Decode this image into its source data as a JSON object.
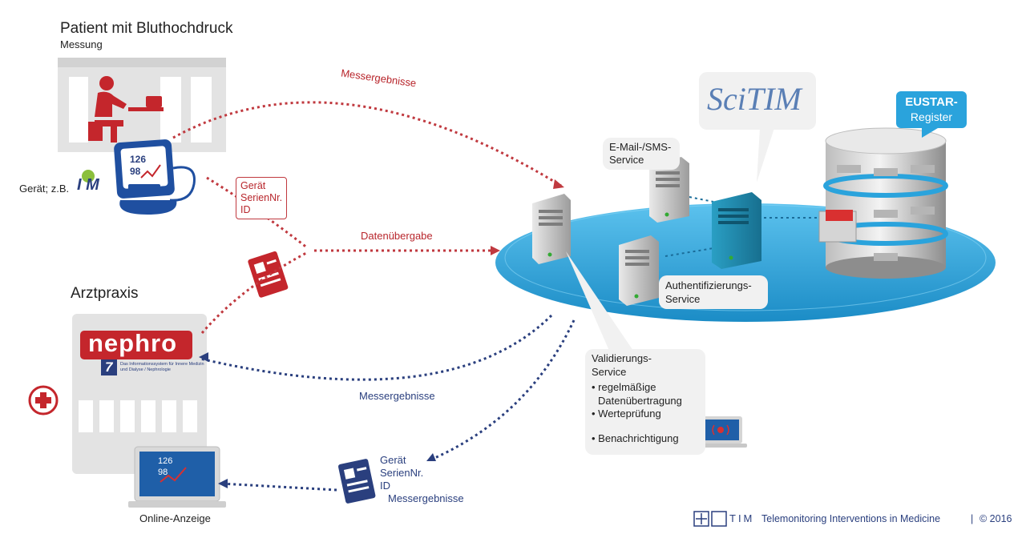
{
  "patient": {
    "title": "Patient mit Bluthochdruck",
    "subtitle": "Messung",
    "device_label": "Gerät; z.B.",
    "device_brand": "I M",
    "bp_values": [
      "126",
      "98"
    ]
  },
  "praxis": {
    "title": "Arztpraxis",
    "nephro_logo": "nephro",
    "nephro_version": "7",
    "nephro_tagline": "Das Informationssystem für Innere Medizin und Dialyse / Nephrologie",
    "laptop_values": [
      "126",
      "98"
    ],
    "online_label": "Online-Anzeige"
  },
  "flows": {
    "messergebnisse_top": "Messergebnisse",
    "datenuebergabe": "Datenübergabe",
    "geraet_box": [
      "Gerät",
      "SerienNr.",
      "ID"
    ],
    "messergebnisse_bottom": "Messergebnisse",
    "bottom_list": [
      "Gerät",
      "SerienNr.",
      "ID",
      "Messergebnisse"
    ]
  },
  "platform": {
    "scitim_logo": "SciTIM",
    "eustar_label": [
      "EUSTAR-",
      "Register"
    ],
    "email_service": [
      "E-Mail-/SMS-",
      "Service"
    ],
    "auth_service": [
      "Authentifizierungs-",
      "Service"
    ],
    "validation": {
      "title": [
        "Validierungs-",
        "Service"
      ],
      "items": [
        "• regelmäßige",
        "Datenübertragung",
        "• Werteprüfung",
        "• Benachrichtigung"
      ]
    }
  },
  "footer": {
    "logo": "TIM",
    "text": "Telemonitoring Interventions in Medicine",
    "separator": "|",
    "copyright": "© 2016"
  },
  "colors": {
    "red": "#b8262c",
    "blue": "#2a3f7e",
    "disc": "#2ba3dc",
    "teal": "#1f8fb0"
  }
}
